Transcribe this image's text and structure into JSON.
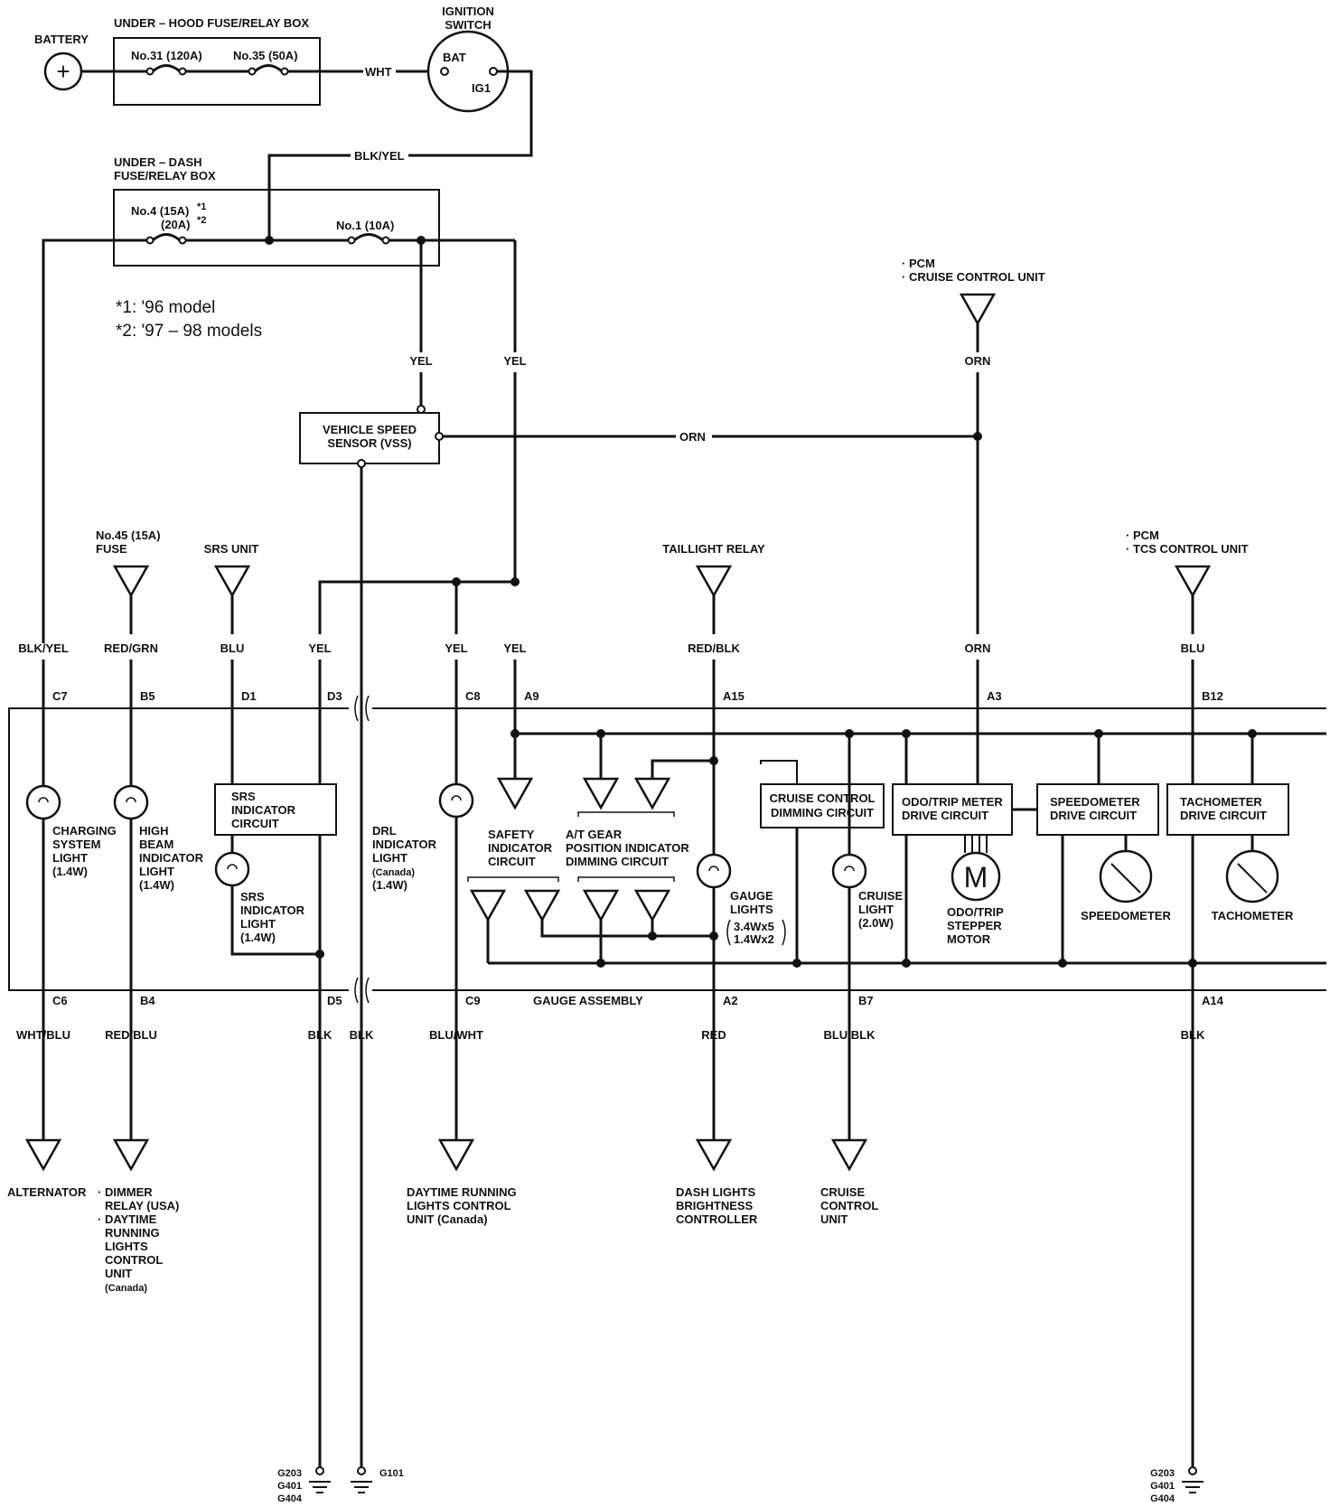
{
  "battery": {
    "label": "BATTERY",
    "symbol": "+"
  },
  "underhood_box": {
    "title": "UNDER – HOOD FUSE/RELAY BOX",
    "fuse_31": "No.31 (120A)",
    "fuse_35": "No.35 (50A)"
  },
  "ignition_switch": {
    "title_1": "IGNITION",
    "title_2": "SWITCH",
    "bat": "BAT",
    "ig1": "IG1"
  },
  "underdash_box": {
    "title_1": "UNDER – DASH",
    "title_2": "FUSE/RELAY BOX",
    "fuse_4a": "No.4 (15A)",
    "fuse_4b": "(20A)",
    "mark_1": "*1",
    "mark_2": "*2",
    "fuse_1": "No.1 (10A)"
  },
  "footnotes": {
    "note_1": "*1: '96 model",
    "note_2": "*2: '97 – 98 models"
  },
  "vss": {
    "line_1": "VEHICLE SPEED",
    "line_2": "SENSOR (VSS)"
  },
  "pcm_top": {
    "line_1": "· PCM",
    "line_2": "· CRUISE CONTROL UNIT"
  },
  "wires": {
    "wht": "WHT",
    "blk_yel_top": "BLK/YEL",
    "yel_1": "YEL",
    "yel_2": "YEL",
    "orn_top": "ORN",
    "orn_mid": "ORN",
    "blk_yel": "BLK/YEL",
    "red_grn": "RED/GRN",
    "blu_1": "BLU",
    "yel_3": "YEL",
    "yel_4": "YEL",
    "yel_5": "YEL",
    "red_blk": "RED/BLK",
    "orn_3": "ORN",
    "blu_2": "BLU",
    "wht_blu": "WHT/BLU",
    "red_blu": "RED/BLU",
    "blk_1": "BLK",
    "blk_2": "BLK",
    "blu_wht": "BLU/WHT",
    "red": "RED",
    "blu_blk": "BLU/BLK",
    "blk_3": "BLK"
  },
  "sources": {
    "fuse45_1": "No.45 (15A)",
    "fuse45_2": "FUSE",
    "srs_unit": "SRS UNIT",
    "taillight": "TAILLIGHT RELAY",
    "pcm2_1": "· PCM",
    "pcm2_2": "· TCS CONTROL UNIT"
  },
  "pins_top": {
    "c7": "C7",
    "b5": "B5",
    "d1": "D1",
    "d3": "D3",
    "c8": "C8",
    "a9": "A9",
    "a15": "A15",
    "a3": "A3",
    "b12": "B12"
  },
  "pins_bottom": {
    "c6": "C6",
    "b4": "B4",
    "d5": "D5",
    "c9": "C9",
    "a2": "A2",
    "b7": "B7",
    "a14": "A14"
  },
  "gauge_assembly": "GAUGE ASSEMBLY",
  "components": {
    "charging_1": "CHARGING",
    "charging_2": "SYSTEM",
    "charging_3": "LIGHT",
    "charging_4": "(1.4W)",
    "highbeam_1": "HIGH",
    "highbeam_2": "BEAM",
    "highbeam_3": "INDICATOR",
    "highbeam_4": "LIGHT",
    "highbeam_5": "(1.4W)",
    "srs_circ_1": "SRS",
    "srs_circ_2": "INDICATOR",
    "srs_circ_3": "CIRCUIT",
    "srs_light_1": "SRS",
    "srs_light_2": "INDICATOR",
    "srs_light_3": "LIGHT",
    "srs_light_4": "(1.4W)",
    "drl_1": "DRL",
    "drl_2": "INDICATOR",
    "drl_3": "LIGHT",
    "drl_4": "(Canada)",
    "drl_5": "(1.4W)",
    "safety_1": "SAFETY",
    "safety_2": "INDICATOR",
    "safety_3": "CIRCUIT",
    "at_1": "A/T GEAR",
    "at_2": "POSITION INDICATOR",
    "at_3": "DIMMING CIRCUIT",
    "gauge_1": "GAUGE",
    "gauge_2": "LIGHTS",
    "gauge_3": "3.4Wx5",
    "gauge_4": "1.4Wx2",
    "cruise_dim_1": "CRUISE CONTROL",
    "cruise_dim_2": "DIMMING CIRCUIT",
    "cruise_light_1": "CRUISE",
    "cruise_light_2": "LIGHT",
    "cruise_light_3": "(2.0W)",
    "odo_1": "ODO/TRIP METER",
    "odo_2": "DRIVE CIRCUIT",
    "motor": "M",
    "motor_1": "ODO/TRIP",
    "motor_2": "STEPPER",
    "motor_3": "MOTOR",
    "speedo_1": "SPEEDOMETER",
    "speedo_2": "DRIVE CIRCUIT",
    "speedometer": "SPEEDOMETER",
    "tacho_1": "TACHOMETER",
    "tacho_2": "DRIVE CIRCUIT",
    "tachometer": "TACHOMETER"
  },
  "destinations": {
    "alternator": "ALTERNATOR",
    "dimmer_1": "· DIMMER",
    "dimmer_2": "RELAY (USA)",
    "dimmer_3": "· DAYTIME",
    "dimmer_4": "RUNNING",
    "dimmer_5": "LIGHTS",
    "dimmer_6": "CONTROL",
    "dimmer_7": "UNIT",
    "dimmer_8": "(Canada)",
    "drl_unit_1": "DAYTIME RUNNING",
    "drl_unit_2": "LIGHTS CONTROL",
    "drl_unit_3": "UNIT (Canada)",
    "dash_1": "DASH LIGHTS",
    "dash_2": "BRIGHTNESS",
    "dash_3": "CONTROLLER",
    "cruise_unit_1": "CRUISE",
    "cruise_unit_2": "CONTROL",
    "cruise_unit_3": "UNIT"
  },
  "grounds": {
    "g_left_1": "G203",
    "g_left_2": "G401",
    "g_left_3": "G404",
    "g101": "G101",
    "g_right_1": "G203",
    "g_right_2": "G401",
    "g_right_3": "G404"
  }
}
